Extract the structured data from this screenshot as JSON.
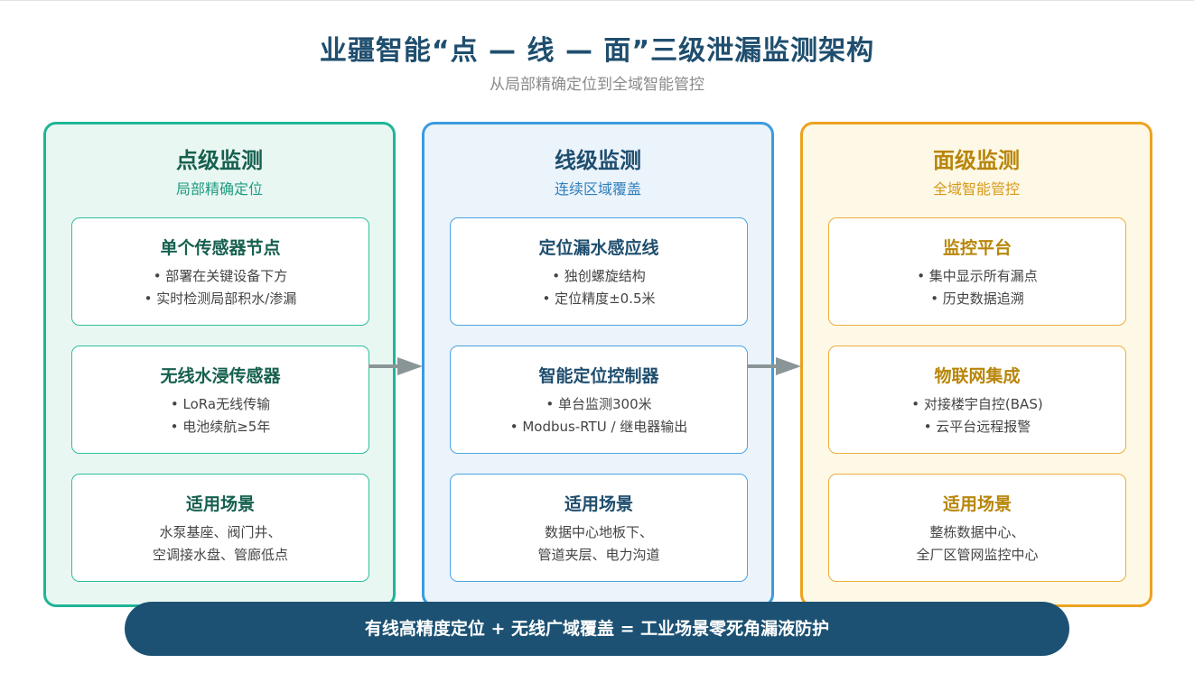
{
  "header": {
    "title": "业疆智能“点 — 线 — 面”三级泄漏监测架构",
    "subtitle": "从局部精确定位到全域智能管控"
  },
  "columns": [
    {
      "title": "点级监测",
      "subtitle": "局部精确定位",
      "cards": [
        {
          "title": "单个传感器节点",
          "lines": [
            "• 部署在关键设备下方",
            "• 实时检测局部积水/渗漏"
          ]
        },
        {
          "title": "无线水浸传感器",
          "lines": [
            "• LoRa无线传输",
            "• 电池续航≥5年"
          ]
        },
        {
          "title": "适用场景",
          "lines": [
            "水泵基座、阀门井、",
            "空调接水盘、管廊低点"
          ]
        }
      ]
    },
    {
      "title": "线级监测",
      "subtitle": "连续区域覆盖",
      "cards": [
        {
          "title": "定位漏水感应线",
          "lines": [
            "• 独创螺旋结构",
            "• 定位精度±0.5米"
          ]
        },
        {
          "title": "智能定位控制器",
          "lines": [
            "• 单台监测300米",
            "• Modbus-RTU / 继电器输出"
          ]
        },
        {
          "title": "适用场景",
          "lines": [
            "数据中心地板下、",
            "管道夹层、电力沟道"
          ]
        }
      ]
    },
    {
      "title": "面级监测",
      "subtitle": "全域智能管控",
      "cards": [
        {
          "title": "监控平台",
          "lines": [
            "• 集中显示所有漏点",
            "• 历史数据追溯"
          ]
        },
        {
          "title": "物联网集成",
          "lines": [
            "• 对接楼宇自控(BAS)",
            "• 云平台远程报警"
          ]
        },
        {
          "title": "适用场景",
          "lines": [
            "整栋数据中心、",
            "全厂区管网监控中心"
          ]
        }
      ]
    }
  ],
  "banner": {
    "text": "有线高精度定位 + 无线广域覆盖 = 工业场景零死角漏液防护"
  },
  "colors": {
    "point": "#1fb597",
    "line": "#3b9be0",
    "area": "#eda21f",
    "banner": "#1c5173",
    "arrow": "#8a9597"
  }
}
